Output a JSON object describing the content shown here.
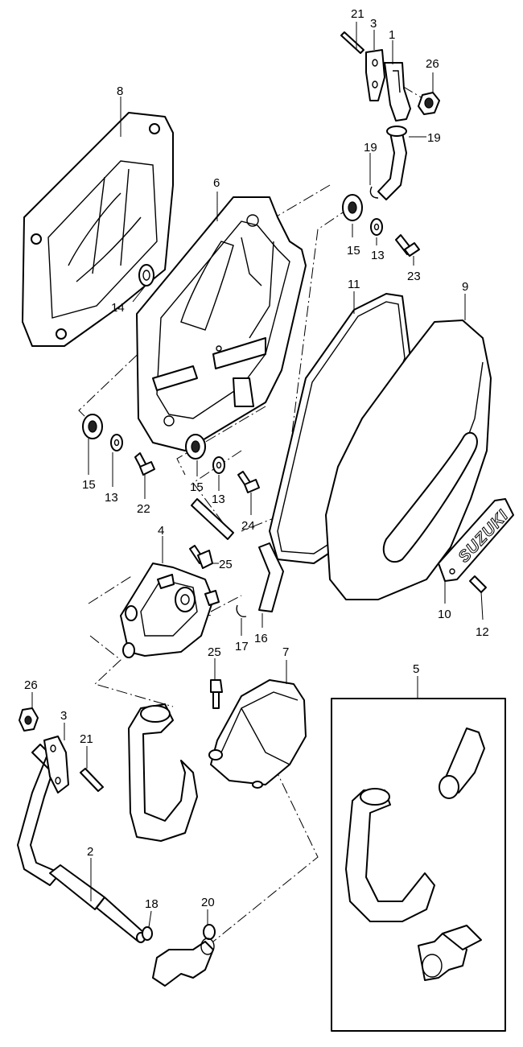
{
  "callouts": {
    "c1": "1",
    "c2": "2",
    "c3a": "3",
    "c3b": "3",
    "c4": "4",
    "c5": "5",
    "c6": "6",
    "c7": "7",
    "c8": "8",
    "c9": "9",
    "c10": "10",
    "c11": "11",
    "c12": "12",
    "c13a": "13",
    "c13b": "13",
    "c13c": "13",
    "c14": "14",
    "c15a": "15",
    "c15b": "15",
    "c15c": "15",
    "c16": "16",
    "c17": "17",
    "c18": "18",
    "c19a": "19",
    "c19b": "19",
    "c20": "20",
    "c21a": "21",
    "c21b": "21",
    "c22": "22",
    "c23": "23",
    "c24": "24",
    "c25a": "25",
    "c25b": "25",
    "c26a": "26",
    "c26b": "26"
  },
  "brand": {
    "logo_text": "SUZUKI"
  }
}
